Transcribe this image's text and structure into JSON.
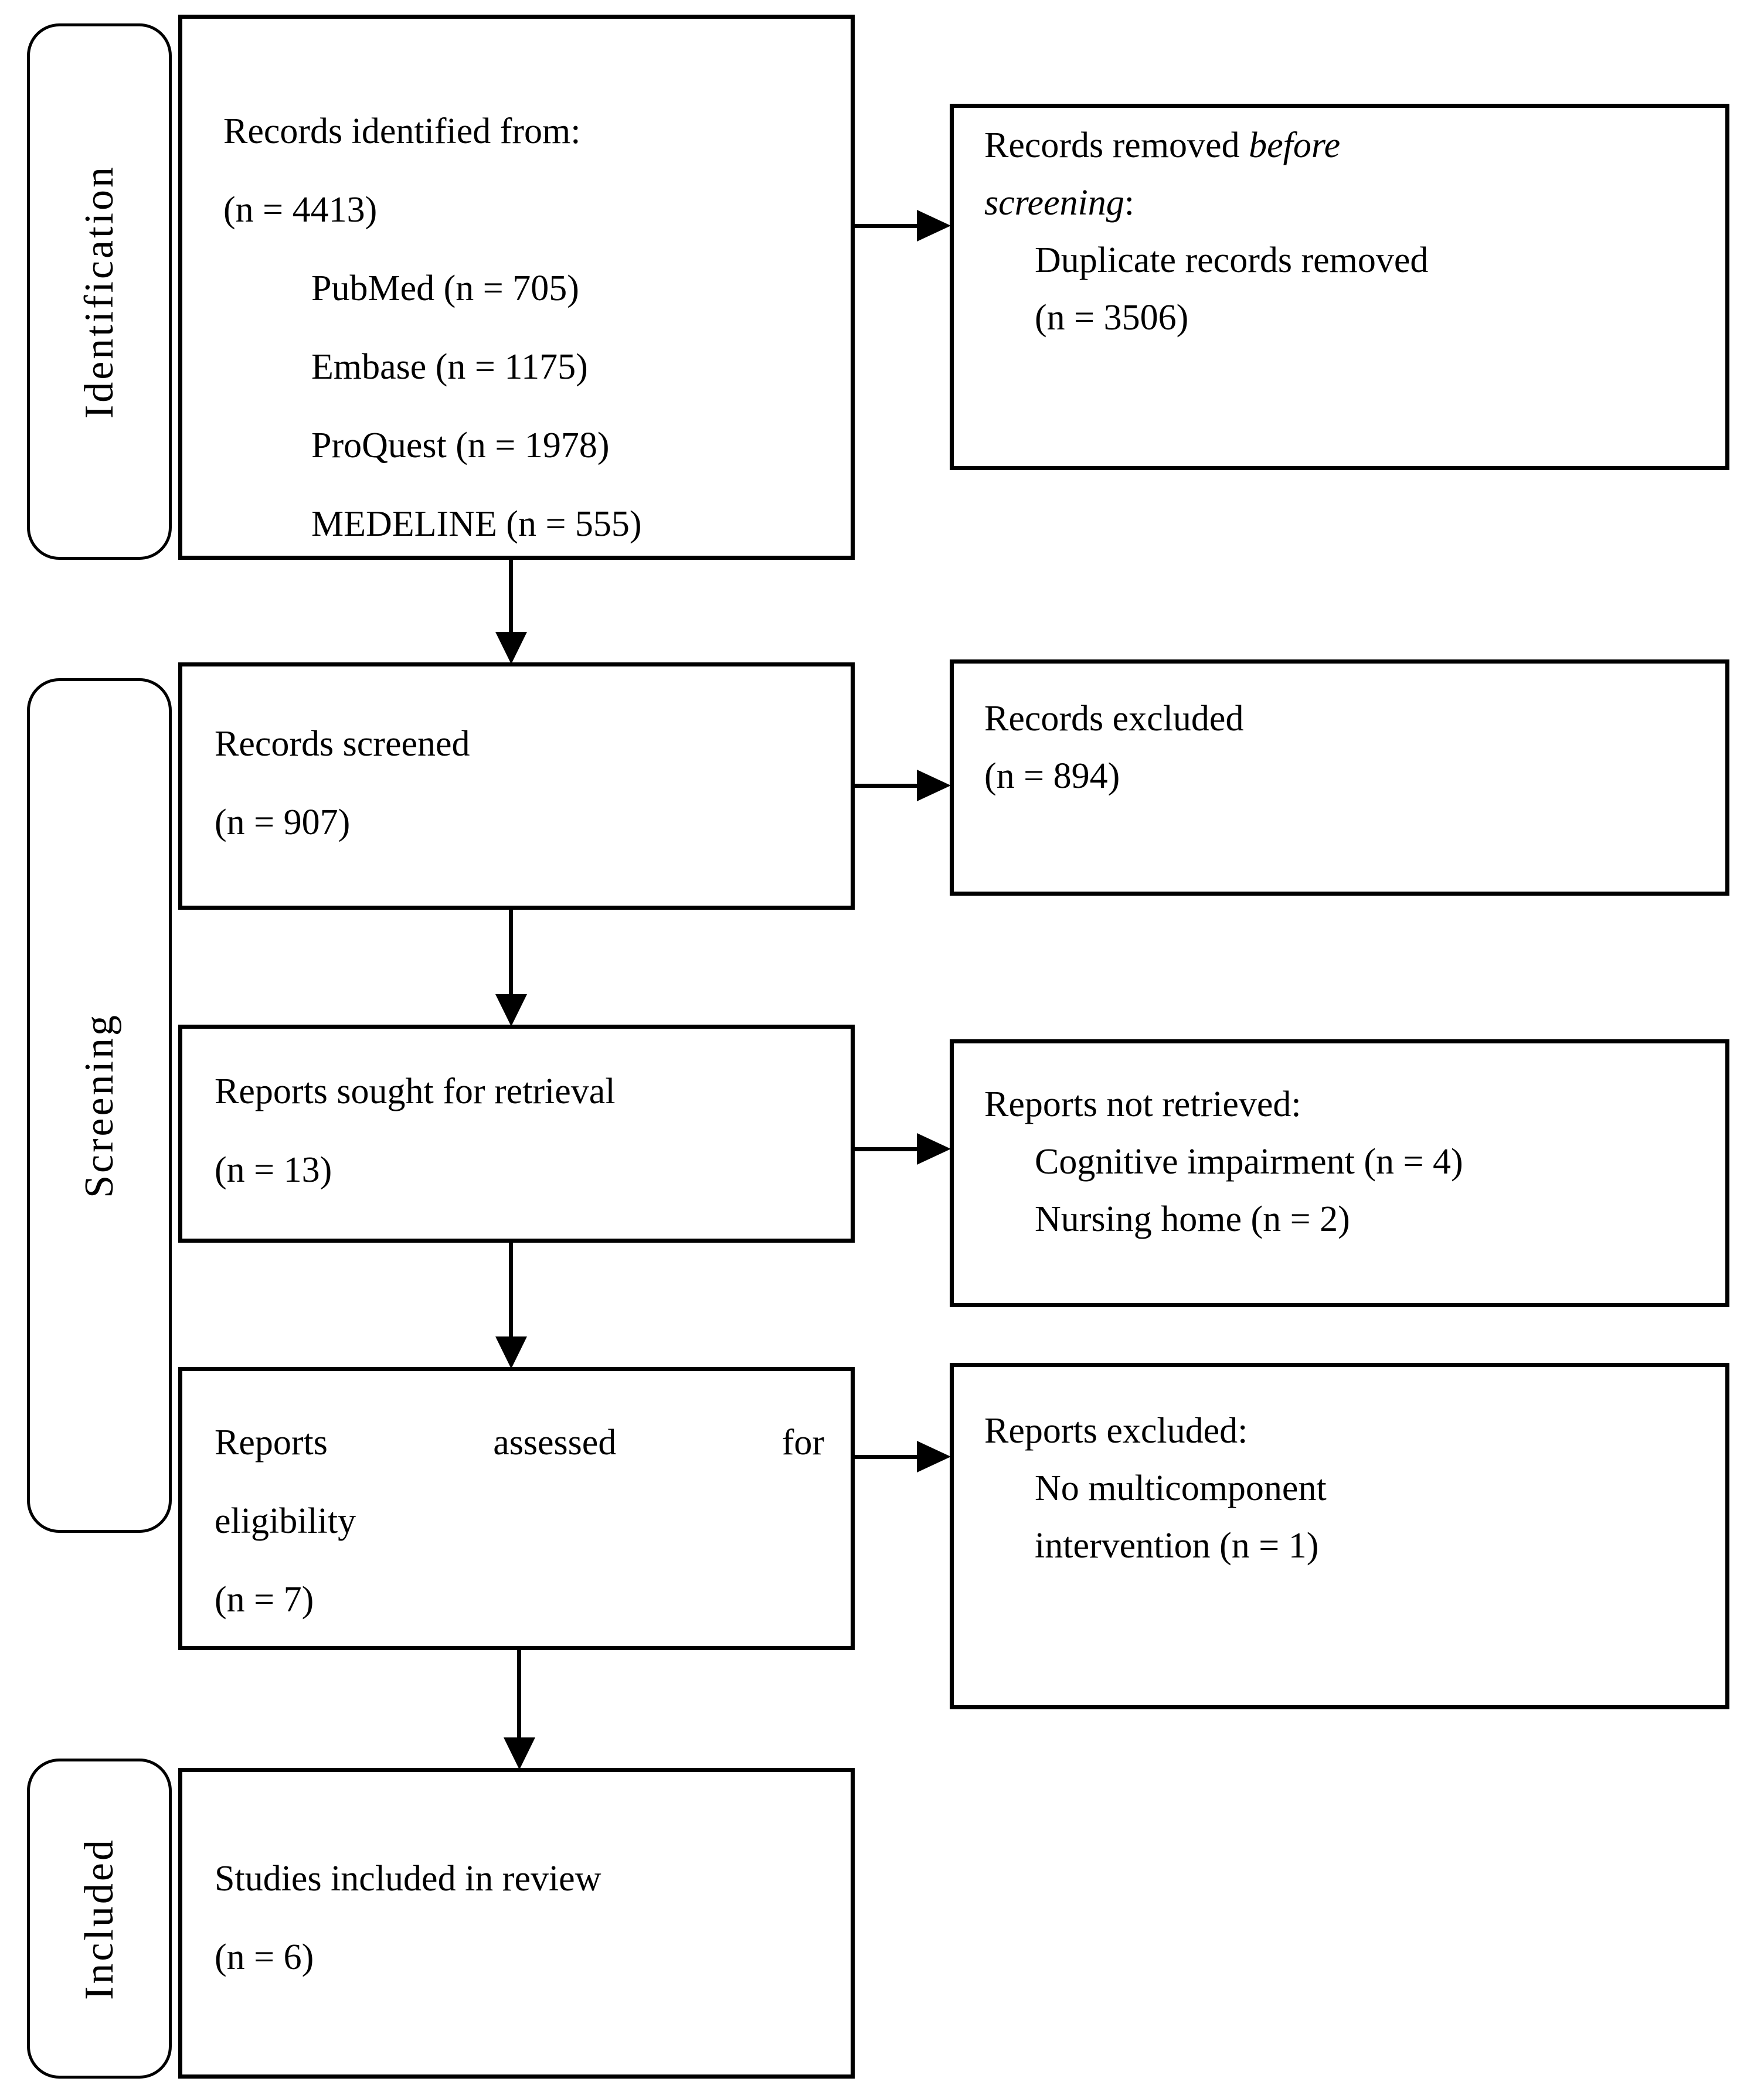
{
  "colors": {
    "ink": "#000000",
    "paper": "#ffffff"
  },
  "stages": {
    "identification": "Identification",
    "screening": "Screening",
    "included": "Included"
  },
  "boxes": {
    "identified": {
      "title": "Records identified from:",
      "total": "(n = 4413)",
      "source1": "PubMed (n = 705)",
      "source2": "Embase (n = 1175)",
      "source3": "ProQuest (n = 1978)",
      "source4": "MEDELINE (n = 555)"
    },
    "removed_before_screening": {
      "line1_regular": "Records removed ",
      "line1_italic": "before",
      "line2_italic": "screening",
      "line2_regular": ":",
      "reason": "Duplicate records removed",
      "count": "(n = 3506)"
    },
    "screened": {
      "title": "Records screened",
      "count": "(n = 907)"
    },
    "records_excluded": {
      "title": "Records excluded",
      "count": "(n = 894)"
    },
    "sought": {
      "title": "Reports sought for retrieval",
      "count": "(n = 13)"
    },
    "not_retrieved": {
      "title": "Reports not retrieved:",
      "reason1": "Cognitive impairment (n = 4)",
      "reason2": "Nursing home (n = 2)"
    },
    "assessed": {
      "title_word1": "Reports",
      "title_word2": "assessed",
      "title_word3": "for",
      "title_line2": "eligibility",
      "count": "(n = 7)"
    },
    "reports_excluded": {
      "title": "Reports excluded:",
      "reason_line1": "No multicomponent",
      "reason_line2": "intervention (n = 1)"
    },
    "included_studies": {
      "title": "Studies included in review",
      "count": "(n = 6)"
    }
  }
}
